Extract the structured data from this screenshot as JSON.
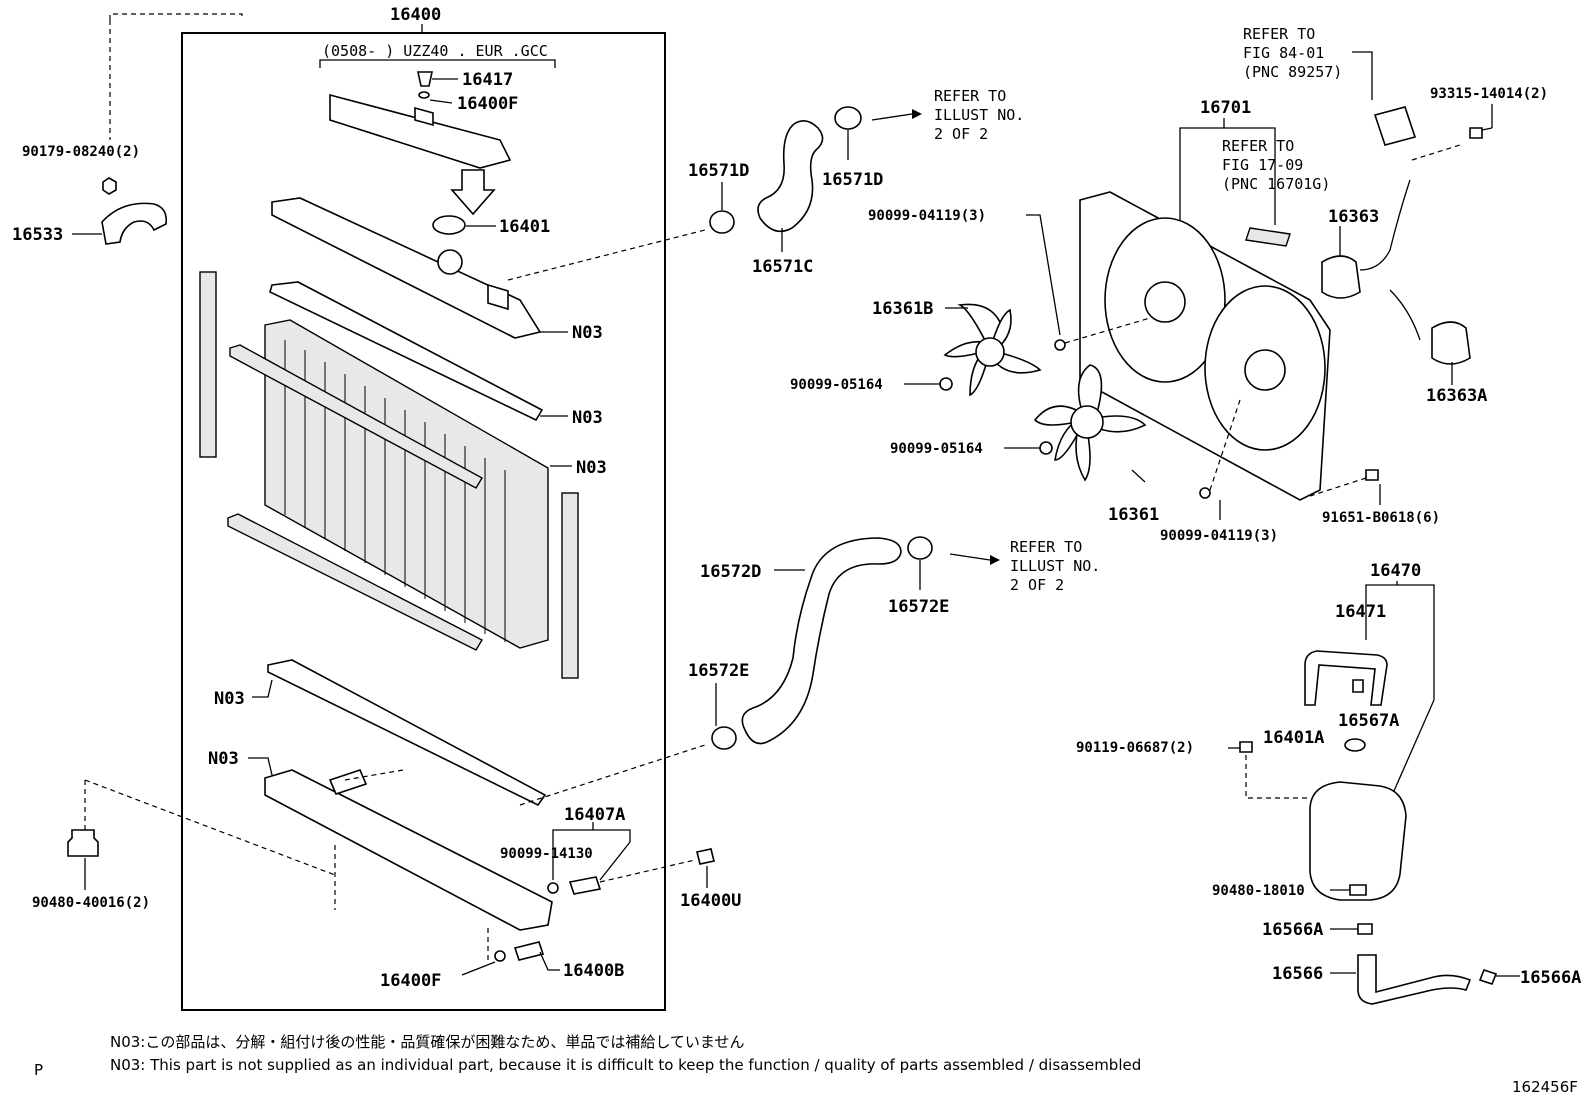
{
  "diagram": {
    "bracket_labels": {
      "main_assembly": "16400",
      "model_note": "(0508-    ) UZZ40 . EUR .GCC",
      "fan_assembly": "16701",
      "reserve_tank": "16470"
    },
    "refer": {
      "upper_hose_refer": [
        "REFER TO",
        "ILLUST NO.",
        "2 OF 2"
      ],
      "lower_hose_refer": [
        "REFER TO",
        "ILLUST NO.",
        "2 OF 2"
      ],
      "fig_84": [
        "REFER TO",
        "FIG  84-01",
        "(PNC 89257)"
      ],
      "fig_17": [
        "REFER TO",
        "FIG  17-09",
        "(PNC 16701G)"
      ]
    },
    "parts": {
      "p90179": "90179-08240(2)",
      "p16533": "16533",
      "p16417": "16417",
      "p16400F_top": "16400F",
      "p16401": "16401",
      "p16571D_left": "16571D",
      "p16571D_right": "16571D",
      "p16571C": "16571C",
      "n03_a": "N03",
      "n03_b": "N03",
      "n03_c": "N03",
      "n03_d": "N03",
      "n03_e": "N03",
      "p16361B": "16361B",
      "p90099_05164_a": "90099-05164",
      "p90099_05164_b": "90099-05164",
      "p90099_04119_a": "90099-04119(3)",
      "p90099_04119_b": "90099-04119(3)",
      "p16361": "16361",
      "p16363": "16363",
      "p16363A": "16363A",
      "p93315": "93315-14014(2)",
      "p91651": "91651-B0618(6)",
      "p16572D": "16572D",
      "p16572E_right": "16572E",
      "p16572E_left": "16572E",
      "p16471": "16471",
      "p16567A": "16567A",
      "p16401A": "16401A",
      "p90119": "90119-06687(2)",
      "p90480_18010": "90480-18010",
      "p16566A_a": "16566A",
      "p16566": "16566",
      "p16566A_b": "16566A",
      "p16407A": "16407A",
      "p90099_14130": "90099-14130",
      "p16400U": "16400U",
      "p16400F_bottom": "16400F",
      "p16400B": "16400B",
      "p90480_40016": "90480-40016(2)"
    }
  },
  "footnotes": {
    "jp": "N03:この部品は、分解・組付け後の性能・品質確保が困難なため、単品では補給していません",
    "en": "N03: This part is not supplied as an individual part, because it is difficult to keep the function / quality of parts assembled / disassembled"
  },
  "corner": {
    "page_letter": "P",
    "illustration_number": "162456F"
  }
}
